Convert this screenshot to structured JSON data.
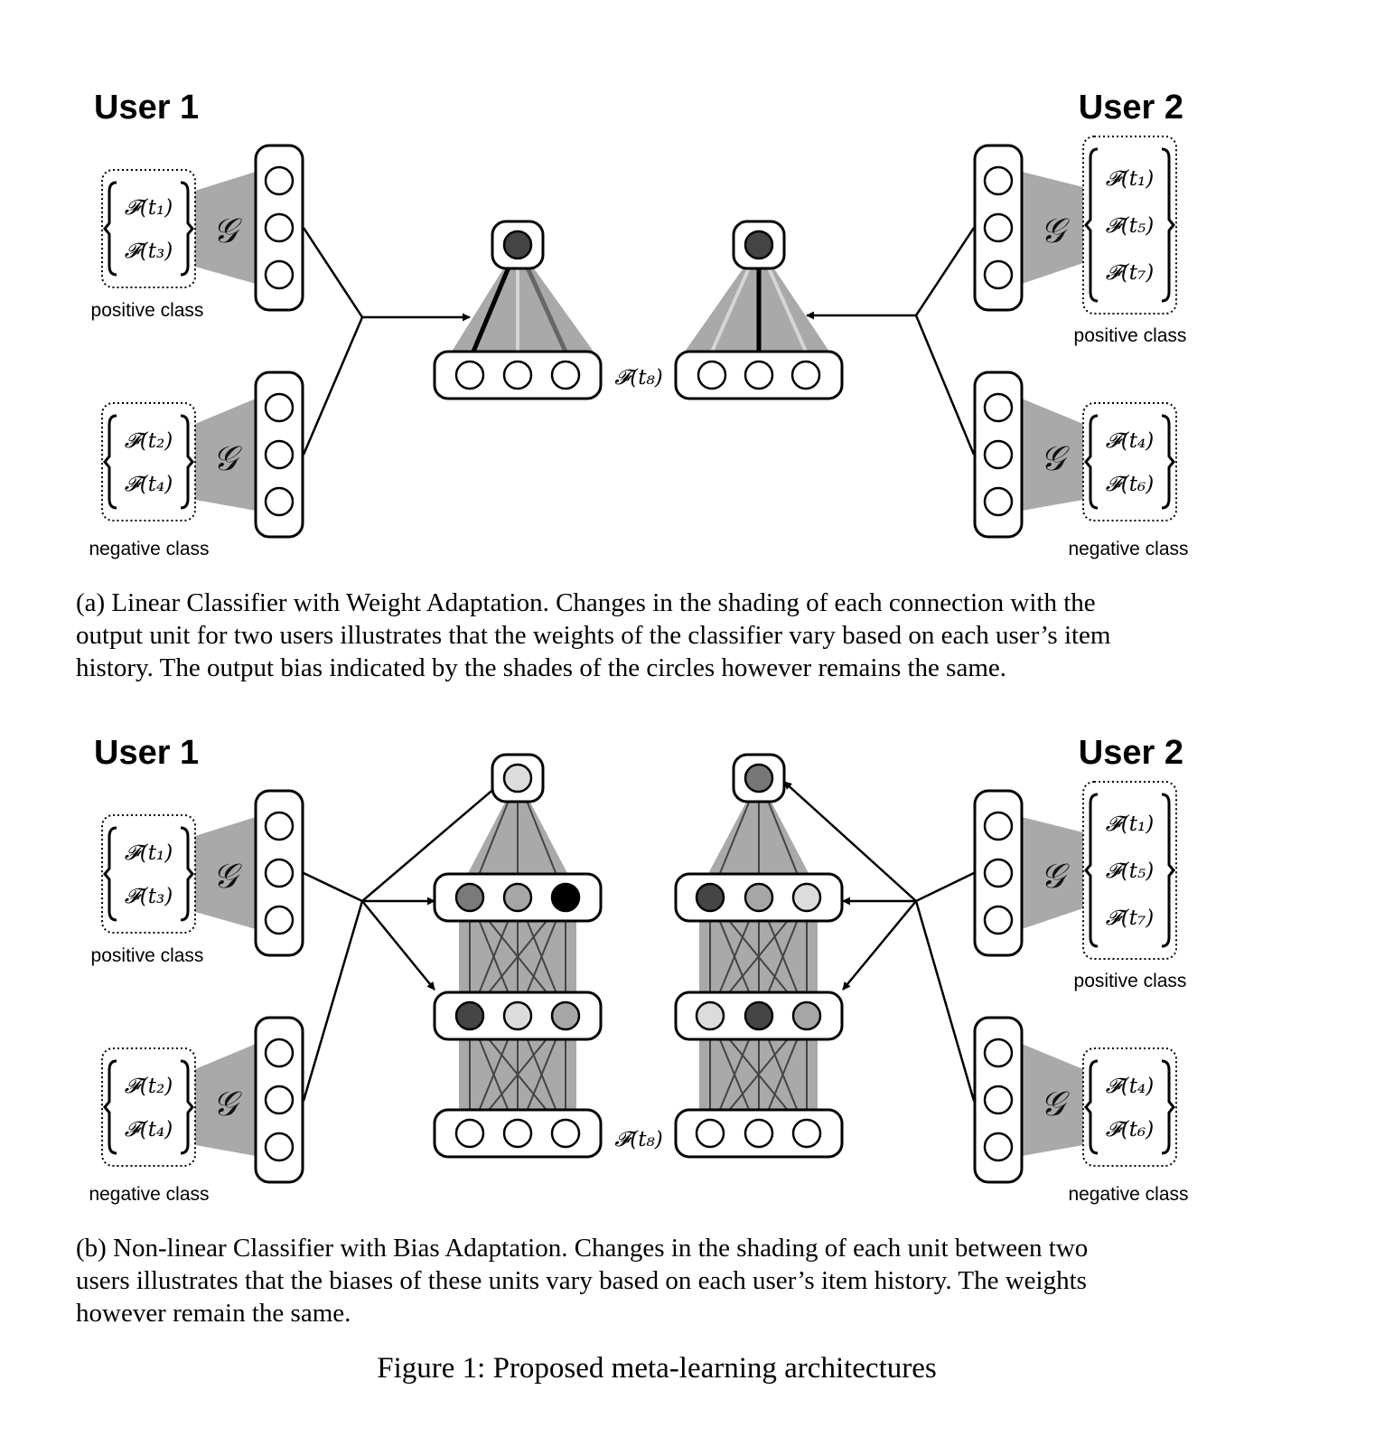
{
  "panel_a": {
    "user1_label": "User 1",
    "user2_label": "User 2",
    "positive_label": "positive class",
    "negative_label": "negative class",
    "g_symbol": "𝒢",
    "query_label": "𝓕(t₈)",
    "user1_positive_items": [
      "𝓕(t₁)",
      "𝓕(t₃)"
    ],
    "user1_negative_items": [
      "𝓕(t₂)",
      "𝓕(t₄)"
    ],
    "user2_positive_items": [
      "𝓕(t₁)",
      "𝓕(t₅)",
      "𝓕(t₇)"
    ],
    "user2_negative_items": [
      "𝓕(t₄)",
      "𝓕(t₆)"
    ],
    "caption": [
      "(a) Linear Classifier with Weight Adaptation. Changes in the shading of each connection with the",
      "output unit for two users illustrates that the weights of the classifier vary based on each user’s item",
      "history. The output bias indicated by the shades of the circles however remains the same."
    ]
  },
  "panel_b": {
    "user1_label": "User 1",
    "user2_label": "User 2",
    "positive_label": "positive class",
    "negative_label": "negative class",
    "g_symbol": "𝒢",
    "query_label": "𝓕(t₈)",
    "user1_positive_items": [
      "𝓕(t₁)",
      "𝓕(t₃)"
    ],
    "user1_negative_items": [
      "𝓕(t₂)",
      "𝓕(t₄)"
    ],
    "user2_positive_items": [
      "𝓕(t₁)",
      "𝓕(t₅)",
      "𝓕(t₇)"
    ],
    "user2_negative_items": [
      "𝓕(t₄)",
      "𝓕(t₆)"
    ],
    "caption": [
      "(b) Non-linear Classifier with Bias Adaptation. Changes in the shading of each unit between two",
      "users illustrates that the biases of these units vary based on each user’s item history. The weights",
      "however remain the same."
    ]
  },
  "figure_caption": "Figure 1: Proposed meta-learning architectures",
  "colors": {
    "wedge": "#a9a9a9",
    "output_unit_dark": "#444444",
    "connection_black": "#000000",
    "connection_gray": "#666666",
    "connection_light": "#d6d6d6",
    "unit_dark": "#454545",
    "unit_mid": "#7a7a7a",
    "unit_light": "#a6a6a6",
    "unit_pale": "#dcdcdc",
    "unit_black": "#000000",
    "user2_output_b": "#777777",
    "user1_output_b": "#dcdcdc"
  }
}
